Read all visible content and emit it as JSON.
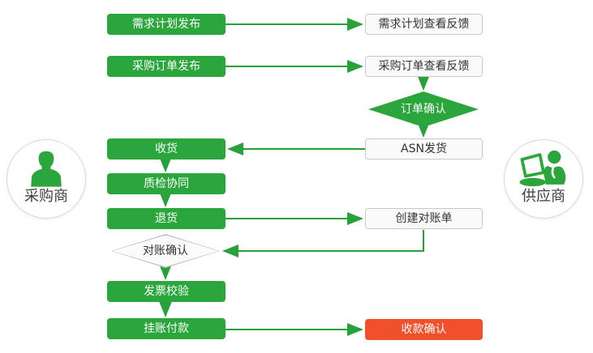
{
  "diagram": {
    "actors": {
      "buyer": {
        "label": "采购商",
        "icon": "person-silhouette-icon"
      },
      "supplier": {
        "label": "供应商",
        "icon": "person-with-laptop-icon"
      }
    },
    "nodes": {
      "demand_plan_publish": {
        "label": "需求计划发布"
      },
      "demand_plan_feedback": {
        "label": "需求计划查看反馈"
      },
      "po_publish": {
        "label": "采购订单发布"
      },
      "po_feedback": {
        "label": "采购订单查看反馈"
      },
      "order_confirm": {
        "label": "订单确认"
      },
      "asn_ship": {
        "label": "ASN发货"
      },
      "receive": {
        "label": "收货"
      },
      "quality_collab": {
        "label": "质检协同"
      },
      "return_goods": {
        "label": "退货"
      },
      "create_statement": {
        "label": "创建对账单"
      },
      "statement_confirm": {
        "label": "对账确认"
      },
      "invoice_verify": {
        "label": "发票校验"
      },
      "payment_on_account": {
        "label": "挂账付款"
      },
      "receipt_confirm": {
        "label": "收款确认"
      }
    },
    "colors": {
      "process_green": "#2aa63c",
      "connector_green": "#27a23a",
      "terminal_red": "#f1502d",
      "doc_fill": "#fafafa",
      "doc_border": "#c8c8c8",
      "text_dark": "#333333"
    }
  }
}
